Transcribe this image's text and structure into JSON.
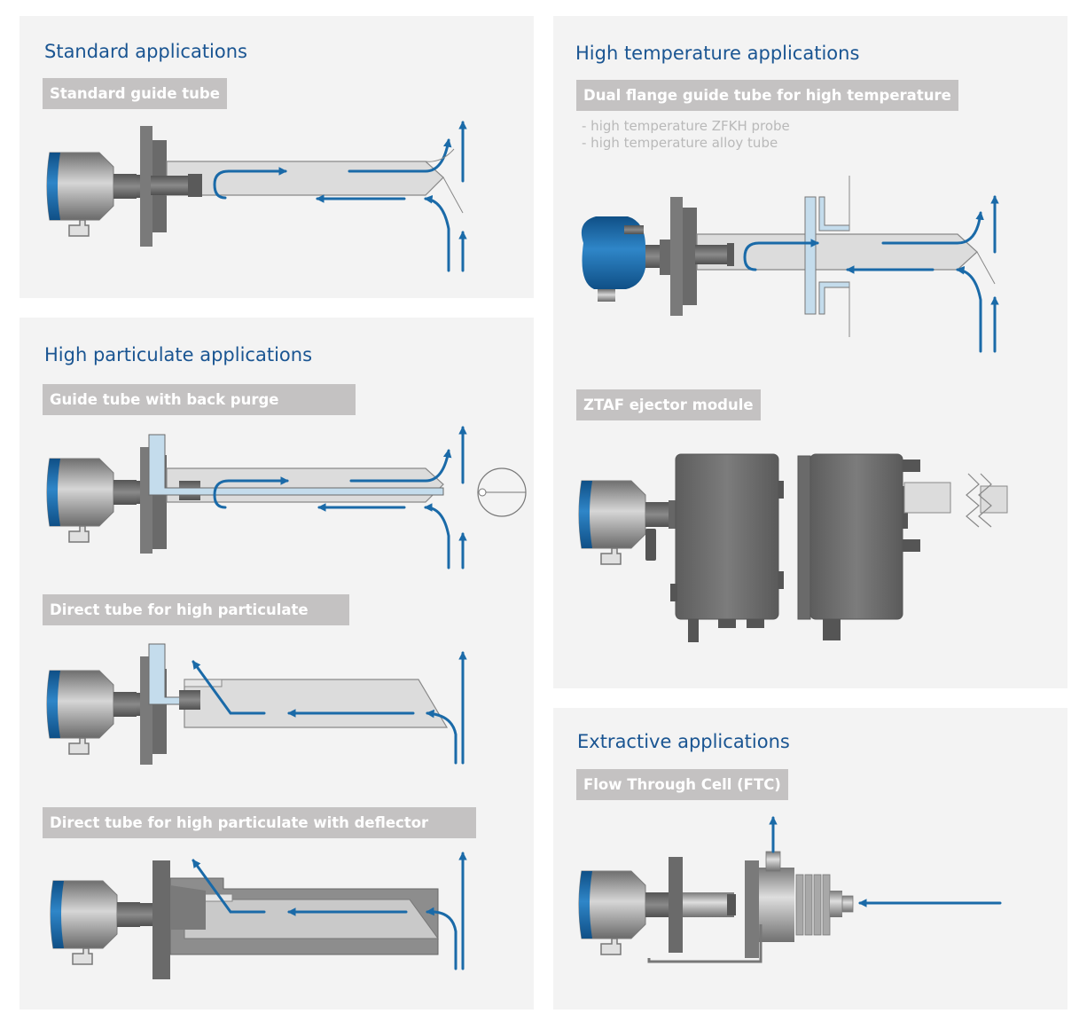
{
  "colors": {
    "accent_blue": "#1a6aa8",
    "title_blue": "#1a5592",
    "panel_bg": "#f3f3f3",
    "label_bg": "#c4c2c2",
    "probe_grey": "#8a8a8a",
    "tube_fill": "#dcdcdc",
    "purge_blue": "#c4dcec"
  },
  "panels": {
    "standard": {
      "title": "Standard applications",
      "items": [
        {
          "label": "Standard guide tube"
        }
      ]
    },
    "high_particulate": {
      "title": "High particulate applications",
      "items": [
        {
          "label": "Guide tube with back purge"
        },
        {
          "label": "Direct tube for high particulate"
        },
        {
          "label": "Direct tube for high particulate with deflector"
        }
      ]
    },
    "high_temperature": {
      "title": "High temperature applications",
      "items": [
        {
          "label": "Dual flange guide tube for high temperature",
          "notes": [
            "- high temperature ZFKH probe",
            "- high temperature alloy tube"
          ]
        },
        {
          "label": "ZTAF ejector module"
        }
      ]
    },
    "extractive": {
      "title": "Extractive applications",
      "items": [
        {
          "label": "Flow Through Cell (FTC)"
        }
      ]
    }
  }
}
